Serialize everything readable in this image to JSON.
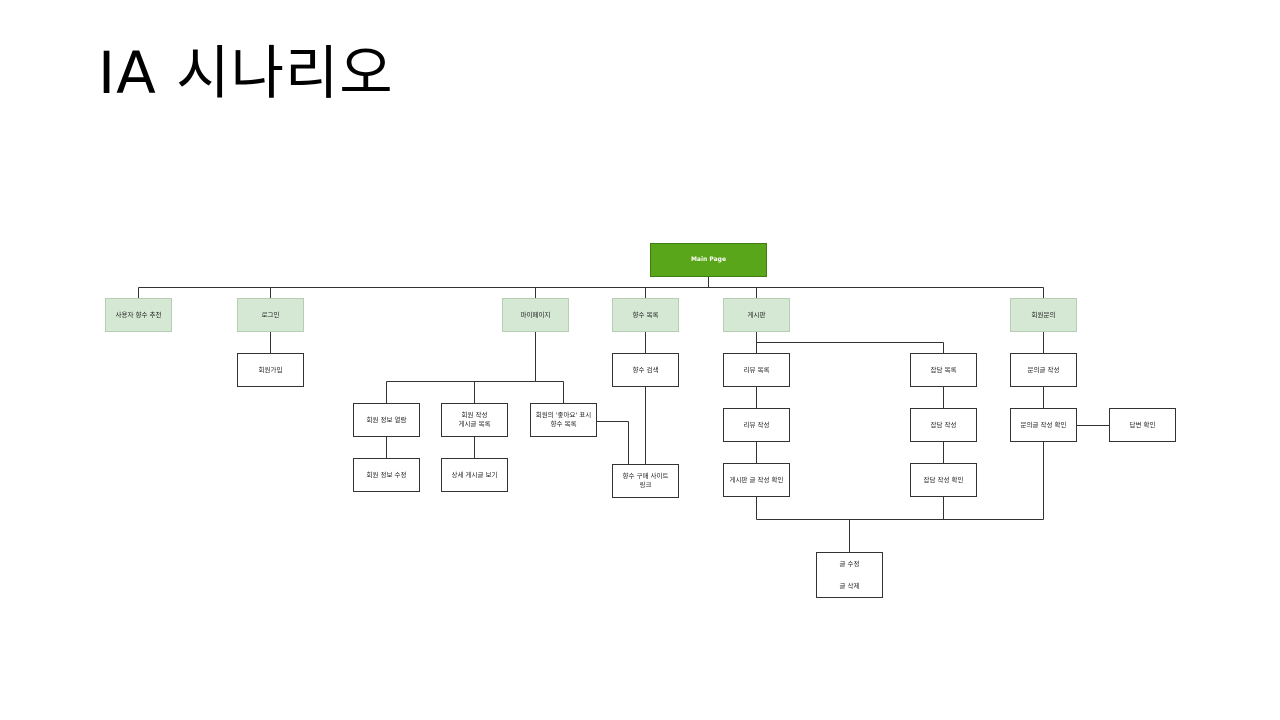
{
  "slide": {
    "title": "IA 시나리오"
  },
  "nodes": {
    "root": "Main Page",
    "recommend": "사용자 향수 추천",
    "login": "로그인",
    "mypage": "마이페이지",
    "perfume_list": "향수 목록",
    "board": "게시판",
    "inquiry": "회원문의",
    "signup": "회원가입",
    "member_info_view": "회원 정보 열람",
    "member_posts": "회원 작성\n게시글 목록",
    "member_likes": "회원의 '좋아요' 표시\n향수 목록",
    "member_info_edit": "회원 정보 수정",
    "post_detail": "상세 게시글 보기",
    "perfume_search": "향수 검색",
    "purchase_link": "향수 구매 사이트\n링크",
    "review_list": "리뷰 목록",
    "review_write": "리뷰 작성",
    "board_post_confirm": "게시판 글 작성 확인",
    "chat_list": "잡담 목록",
    "chat_write": "잡담 작성",
    "chat_confirm": "잡담 작성 확인",
    "inquiry_write": "문의글 작성",
    "inquiry_confirm": "문의글 작성 확인",
    "answer_confirm": "답변 확인",
    "post_edit": "글 수정",
    "post_delete": "글 삭제"
  },
  "colors": {
    "root_fill": "#5aa61a",
    "category_fill": "#d5e8d4",
    "line": "#333333"
  }
}
